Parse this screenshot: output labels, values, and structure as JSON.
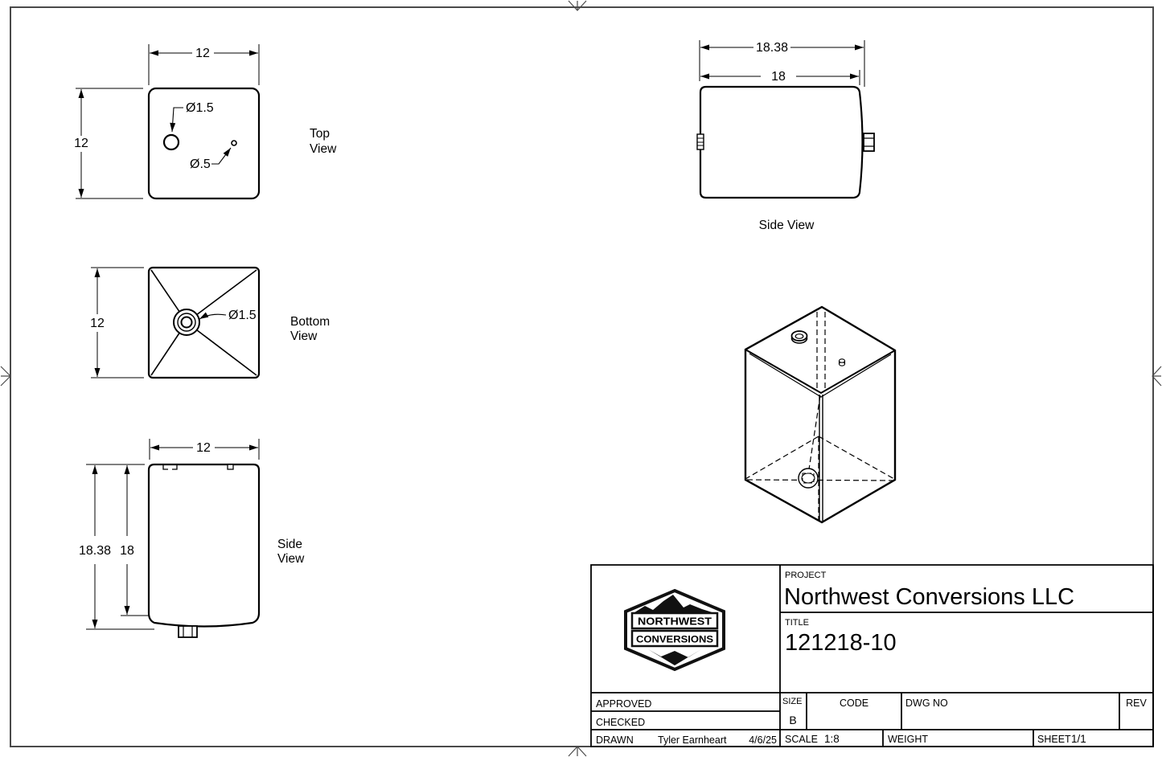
{
  "views": {
    "top": {
      "label_l1": "Top",
      "label_l2": "View",
      "dim_width": "12",
      "dim_height": "12",
      "fill_hole": "Ø1.5",
      "vent_hole": "Ø.5"
    },
    "bottom": {
      "label_l1": "Bottom",
      "label_l2": "View",
      "dim_height": "12",
      "drain_fitting": "Ø1.5"
    },
    "side_left": {
      "label_l1": "Side",
      "label_l2": "View",
      "dim_width": "12",
      "dim_height_outer": "18.38",
      "dim_height_inner": "18"
    },
    "side_right": {
      "label": "Side View",
      "dim_width_outer": "18.38",
      "dim_width_inner": "18"
    }
  },
  "title_block": {
    "project_label": "PROJECT",
    "project": "Northwest Conversions LLC",
    "title_label": "TITLE",
    "title": "121218-10",
    "approved_label": "APPROVED",
    "checked_label": "CHECKED",
    "drawn_label": "DRAWN",
    "drawn_by": "Tyler Earnheart",
    "drawn_date": "4/6/25",
    "size_label": "SIZE",
    "size": "B",
    "code_label": "CODE",
    "dwg_no_label": "DWG NO",
    "rev_label": "REV",
    "scale_label": "SCALE",
    "scale": "1:8",
    "weight_label": "WEIGHT",
    "sheet_label": "SHEET",
    "sheet": "1/1"
  },
  "logo": {
    "line1": "NORTHWEST",
    "line2": "CONVERSIONS"
  },
  "colors": {
    "line": "#000000",
    "sheet_border": "#4a4a4a",
    "background": "#ffffff"
  }
}
